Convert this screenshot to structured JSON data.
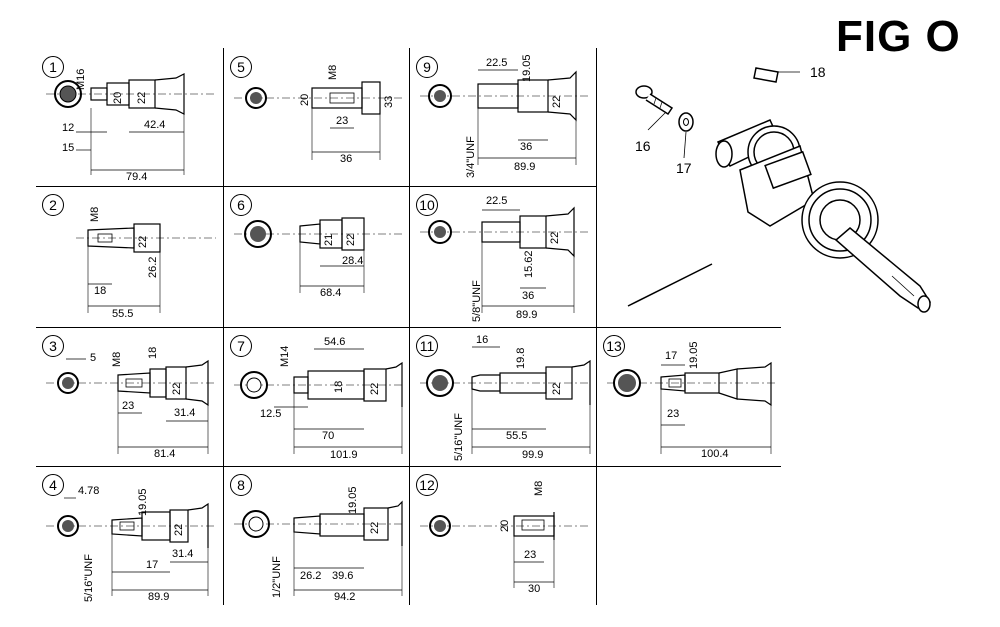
{
  "figure": {
    "title": "FIG O"
  },
  "cells": [
    {
      "id": "c1",
      "number": "1",
      "thread": "M16",
      "dims": [
        "20",
        "22",
        "12",
        "42.4",
        "15",
        "79.4"
      ]
    },
    {
      "id": "c5",
      "number": "5",
      "thread": "M8",
      "dims": [
        "20",
        "33",
        "23",
        "36"
      ]
    },
    {
      "id": "c9",
      "number": "9",
      "thread": "3/4\"UNF",
      "dims": [
        "22.5",
        "19.05",
        "22",
        "36",
        "89.9"
      ]
    },
    {
      "id": "c2",
      "number": "2",
      "thread": "M8",
      "dims": [
        "22",
        "26.2",
        "18",
        "55.5"
      ]
    },
    {
      "id": "c6",
      "number": "6",
      "thread": "",
      "dims": [
        "21",
        "22",
        "28.4",
        "68.4"
      ]
    },
    {
      "id": "c10",
      "number": "10",
      "thread": "5/8\"UNF",
      "dims": [
        "22.5",
        "22",
        "15.62",
        "36",
        "89.9"
      ]
    },
    {
      "id": "c3",
      "number": "3",
      "thread": "M8",
      "dims": [
        "5",
        "18",
        "22",
        "23",
        "31.4",
        "81.4"
      ]
    },
    {
      "id": "c7",
      "number": "7",
      "thread": "M14",
      "dims": [
        "54.6",
        "18",
        "22",
        "12.5",
        "70",
        "101.9"
      ]
    },
    {
      "id": "c11",
      "number": "11",
      "thread": "5/16\"UNF",
      "dims": [
        "16",
        "19.8",
        "22",
        "55.5",
        "99.9"
      ]
    },
    {
      "id": "c13",
      "number": "13",
      "thread": "",
      "dims": [
        "17",
        "19.05",
        "23",
        "100.4"
      ]
    },
    {
      "id": "c4",
      "number": "4",
      "thread": "5/16\"UNF",
      "dims": [
        "4.78",
        "19.05",
        "22",
        "31.4",
        "17",
        "89.9"
      ]
    },
    {
      "id": "c8",
      "number": "8",
      "thread": "1/2\"UNF",
      "dims": [
        "19.05",
        "22",
        "26.2",
        "39.6",
        "94.2"
      ]
    },
    {
      "id": "c12",
      "number": "12",
      "thread": "M8",
      "dims": [
        "20",
        "23",
        "30"
      ]
    }
  ],
  "parts": [
    {
      "id": "p16",
      "label": "16",
      "icon": "bolt-icon"
    },
    {
      "id": "p17",
      "label": "17",
      "icon": "washer-icon"
    },
    {
      "id": "p18",
      "label": "18",
      "icon": "key-icon"
    }
  ]
}
